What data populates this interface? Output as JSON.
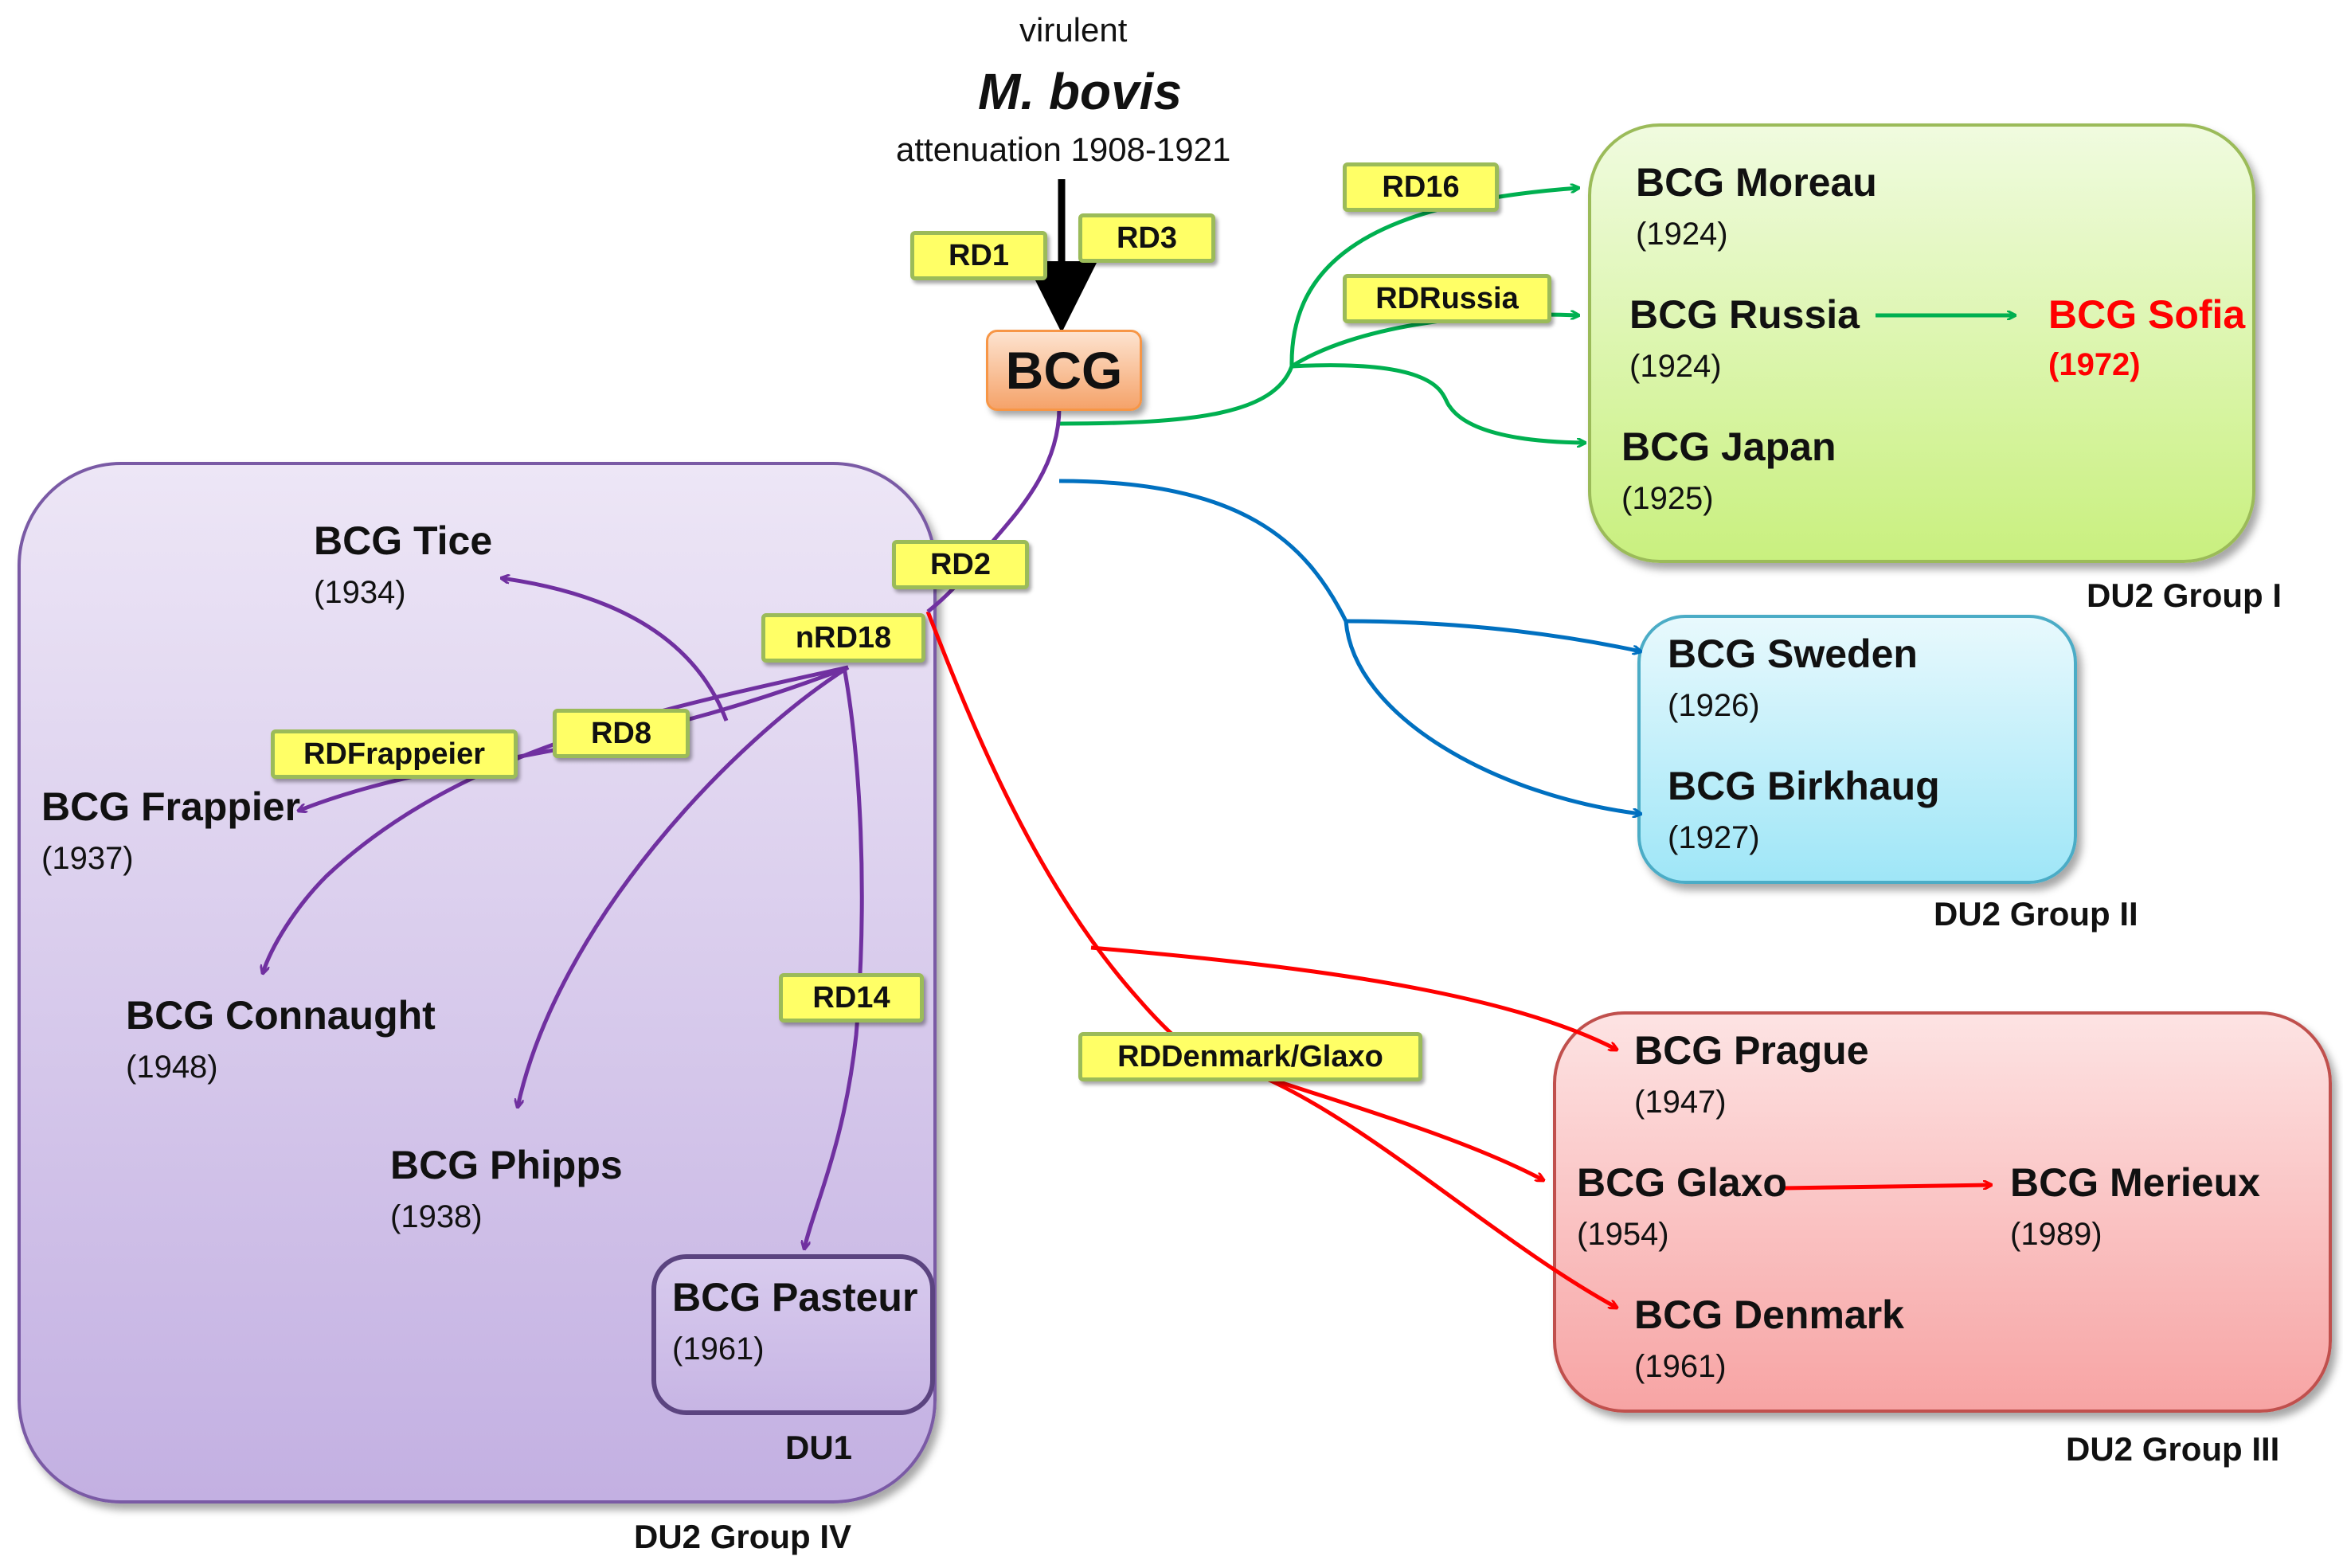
{
  "header": {
    "virulent": "virulent",
    "species": "M. bovis",
    "attenuation": "attenuation 1908-1921"
  },
  "root": {
    "label": "BCG"
  },
  "tags": {
    "rd1": "RD1",
    "rd3": "RD3",
    "rd16": "RD16",
    "rdrussia": "RDRussia",
    "rd2": "RD2",
    "nrd18": "nRD18",
    "rd8": "RD8",
    "rdfrappeier": "RDFrappeier",
    "rd14": "RD14",
    "rddenmark": "RDDenmark/Glaxo"
  },
  "groups": {
    "g1": {
      "label": "DU2 Group I",
      "strains": {
        "moreau": {
          "name": "BCG Moreau",
          "year": "(1924)"
        },
        "russia": {
          "name": "BCG Russia",
          "year": "(1924)"
        },
        "sofia": {
          "name": "BCG Sofia",
          "year": "(1972)"
        },
        "japan": {
          "name": "BCG Japan",
          "year": "(1925)"
        }
      }
    },
    "g2": {
      "label": "DU2 Group II",
      "strains": {
        "sweden": {
          "name": "BCG Sweden",
          "year": "(1926)"
        },
        "birkhaug": {
          "name": "BCG Birkhaug",
          "year": "(1927)"
        }
      }
    },
    "g3": {
      "label": "DU2 Group III",
      "strains": {
        "prague": {
          "name": "BCG Prague",
          "year": "(1947)"
        },
        "glaxo": {
          "name": "BCG Glaxo",
          "year": "(1954)"
        },
        "merieux": {
          "name": "BCG Merieux",
          "year": "(1989)"
        },
        "denmark": {
          "name": "BCG Denmark",
          "year": "(1961)"
        }
      }
    },
    "g4": {
      "label": "DU2 Group IV",
      "du1_label": "DU1",
      "strains": {
        "tice": {
          "name": "BCG Tice",
          "year": "(1934)"
        },
        "frappier": {
          "name": "BCG Frappier",
          "year": "(1937)"
        },
        "connaught": {
          "name": "BCG Connaught",
          "year": "(1948)"
        },
        "phipps": {
          "name": "BCG Phipps",
          "year": "(1938)"
        },
        "pasteur": {
          "name": "BCG Pasteur",
          "year": "(1961)"
        }
      }
    }
  },
  "colors": {
    "black": "#000000",
    "green": "#00b050",
    "blue": "#0070c0",
    "red": "#ff0000",
    "purple": "#7030a0",
    "highlight": "#ff0000"
  }
}
